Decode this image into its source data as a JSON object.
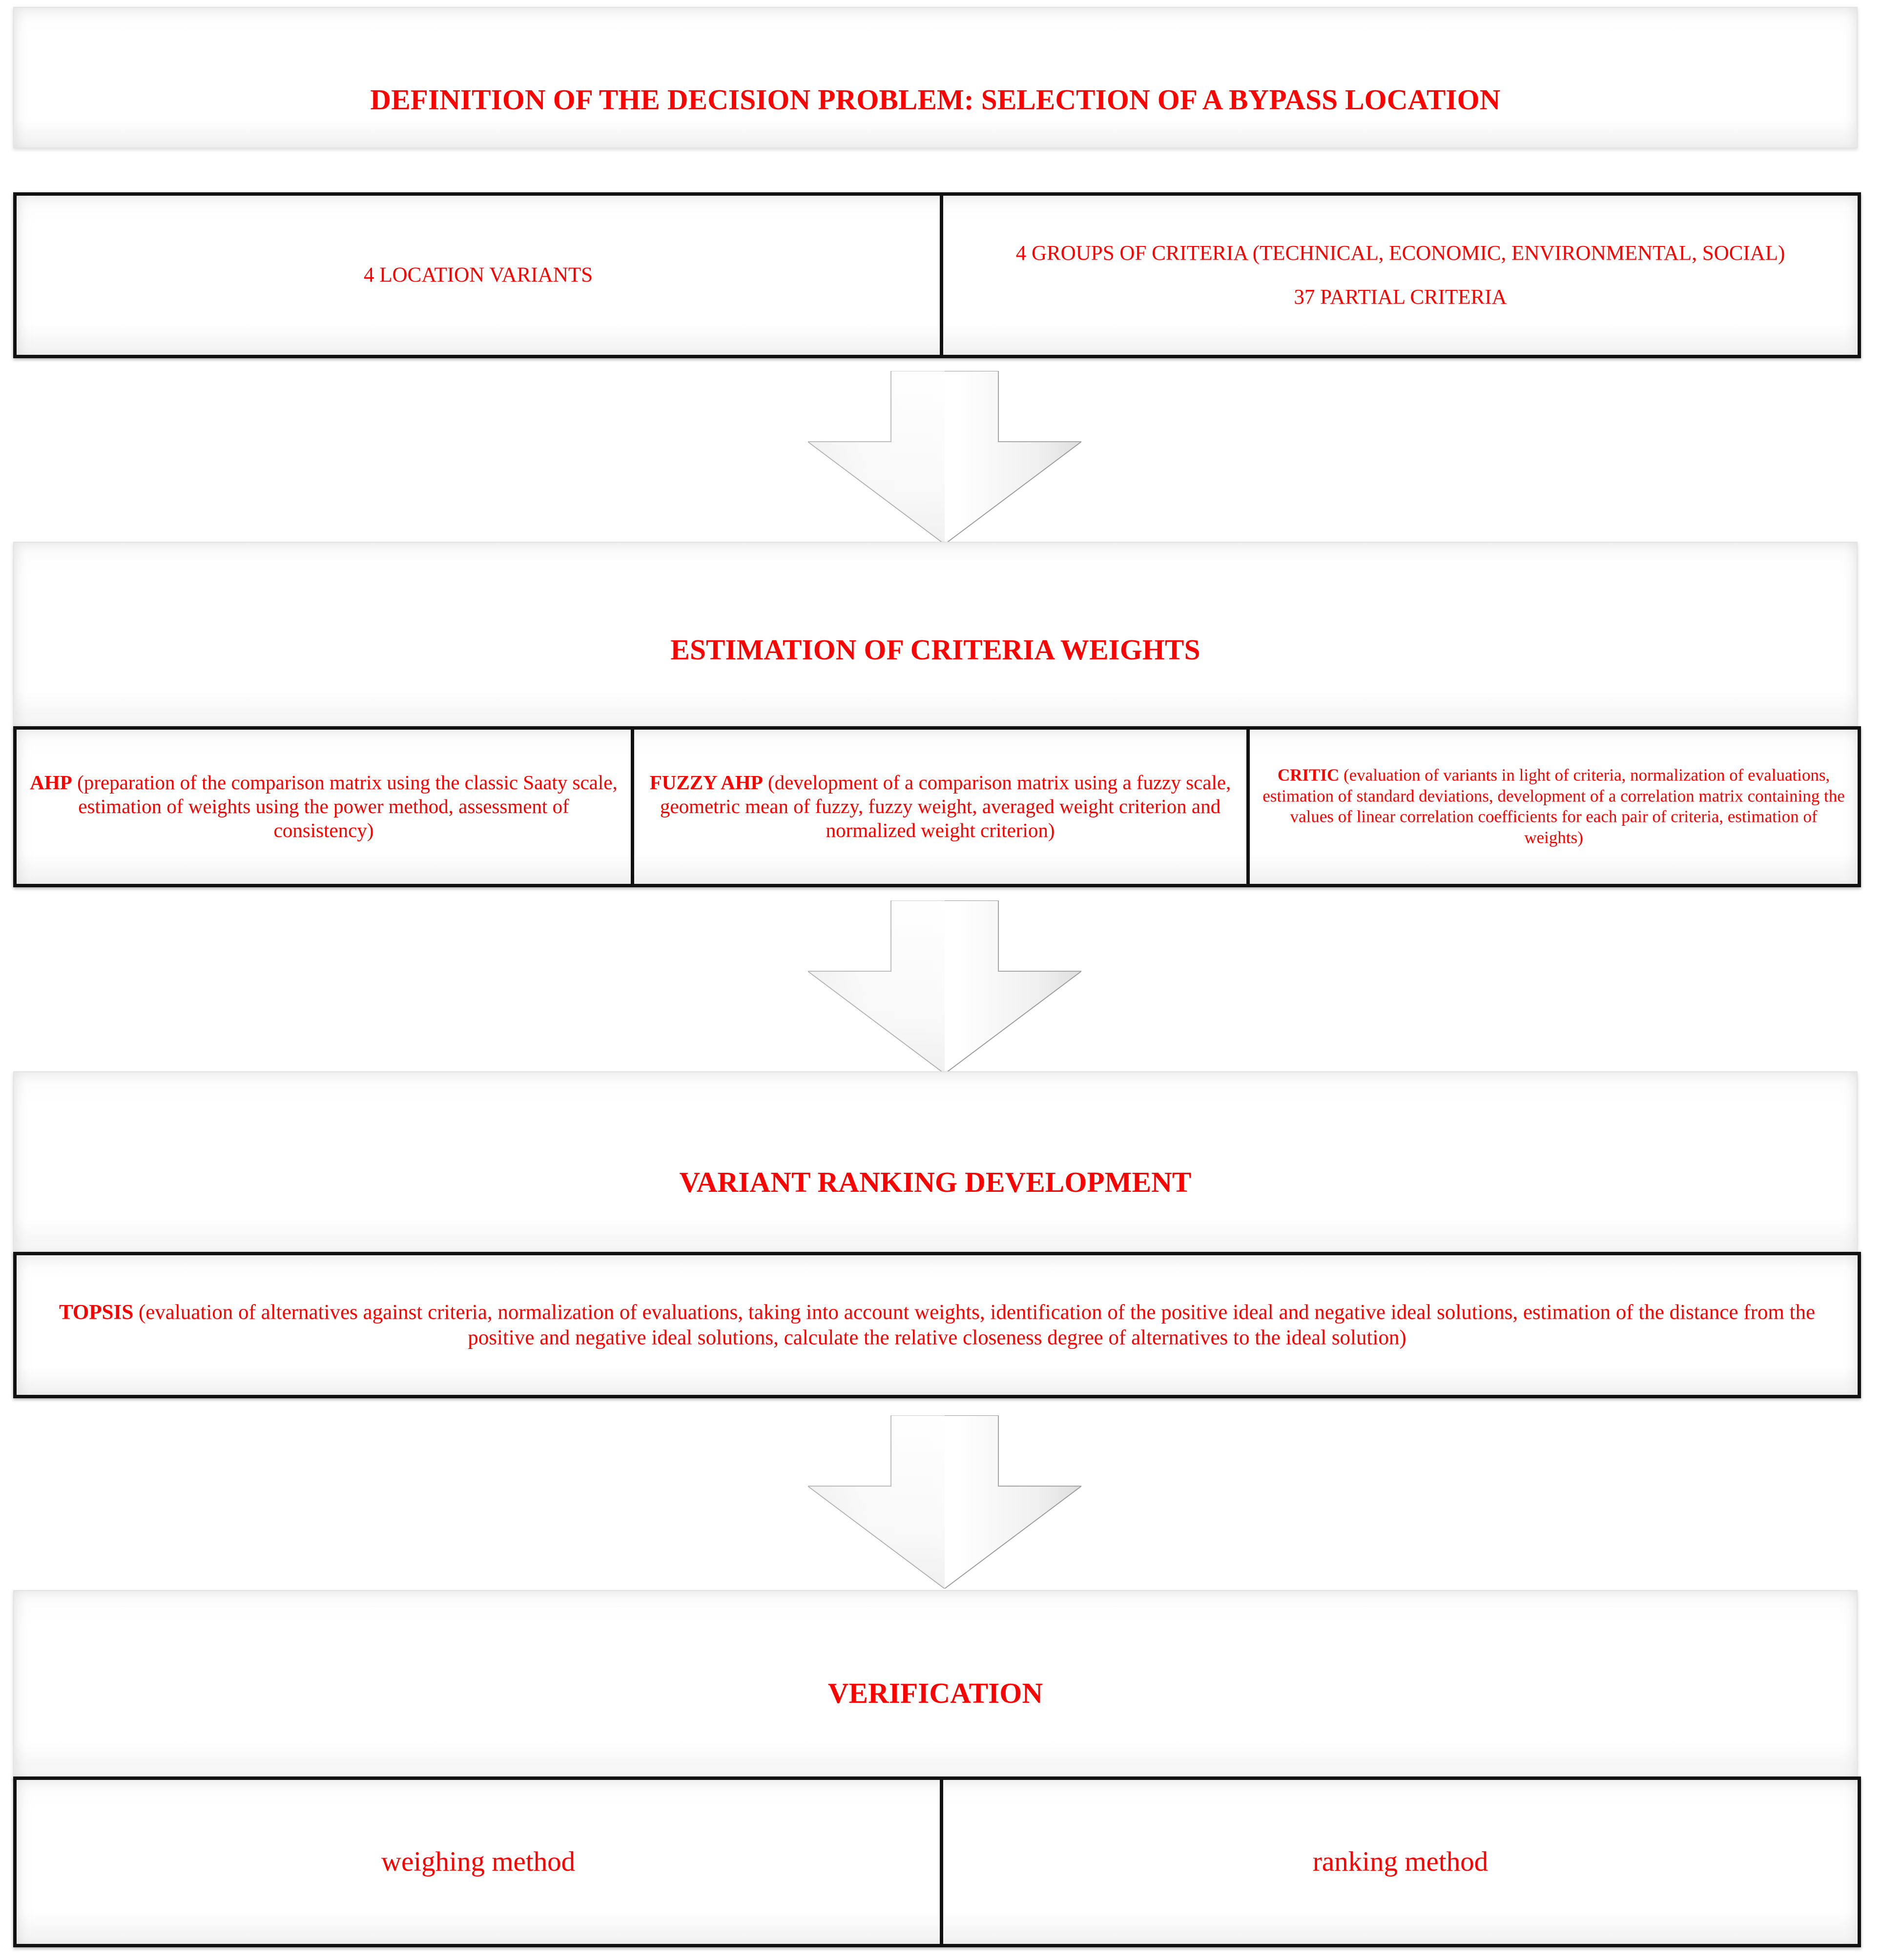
{
  "colors": {
    "text_red": "#FF0000",
    "inner_border": "#111111",
    "outer_border": "#E3E3E3",
    "arrow_fill": "#FAFAFA",
    "arrow_stroke": "#9A9A9A"
  },
  "flow": {
    "stages": [
      {
        "id": "definition",
        "title": "DEFINITION OF THE DECISION PROBLEM: SELECTION OF A BYPASS LOCATION",
        "cells": [
          {
            "id": "variants",
            "lines": [
              "4 LOCATION VARIANTS"
            ]
          },
          {
            "id": "criteria",
            "lines": [
              "4 GROUPS OF CRITERIA (TECHNICAL, ECONOMIC, ENVIRONMENTAL, SOCIAL)",
              "37 PARTIAL CRITERIA"
            ]
          }
        ]
      },
      {
        "id": "weights",
        "title": "ESTIMATION OF CRITERIA WEIGHTS",
        "cells": [
          {
            "id": "ahp",
            "name": "AHP",
            "body": "(preparation of the comparison matrix using the classic Saaty scale, estimation of weights using the power method, assessment of consistency)"
          },
          {
            "id": "fuzzy-ahp",
            "name": "FUZZY AHP",
            "body": "(development of a comparison matrix using a fuzzy scale, geometric mean of fuzzy, fuzzy weight, averaged weight criterion and normalized weight criterion)"
          },
          {
            "id": "critic",
            "name": "CRITIC",
            "body": "(evaluation of variants in light of criteria, normalization of evaluations, estimation of standard deviations, development of a correlation matrix containing the values of linear correlation coefficients for each pair of criteria, estimation of weights)"
          }
        ]
      },
      {
        "id": "ranking",
        "title": "VARIANT RANKING DEVELOPMENT",
        "cells": [
          {
            "id": "topsis",
            "name": "TOPSIS",
            "body": "(evaluation of alternatives against criteria, normalization of evaluations, taking into account weights, identification of the positive ideal and negative ideal solutions, estimation of the distance from the positive and negative ideal solutions, calculate the relative closeness degree of alternatives to the ideal solution)"
          }
        ]
      },
      {
        "id": "verification",
        "title": "VERIFICATION",
        "cells": [
          {
            "id": "weighing-method",
            "lines": [
              "weighing method"
            ]
          },
          {
            "id": "ranking-method",
            "lines": [
              "ranking method"
            ]
          }
        ]
      }
    ],
    "connectors": [
      {
        "id": "arrow-definition-to-weights",
        "icon": "down-arrow-icon"
      },
      {
        "id": "arrow-weights-to-ranking",
        "icon": "down-arrow-icon"
      },
      {
        "id": "arrow-ranking-to-verification",
        "icon": "down-arrow-icon"
      }
    ]
  }
}
